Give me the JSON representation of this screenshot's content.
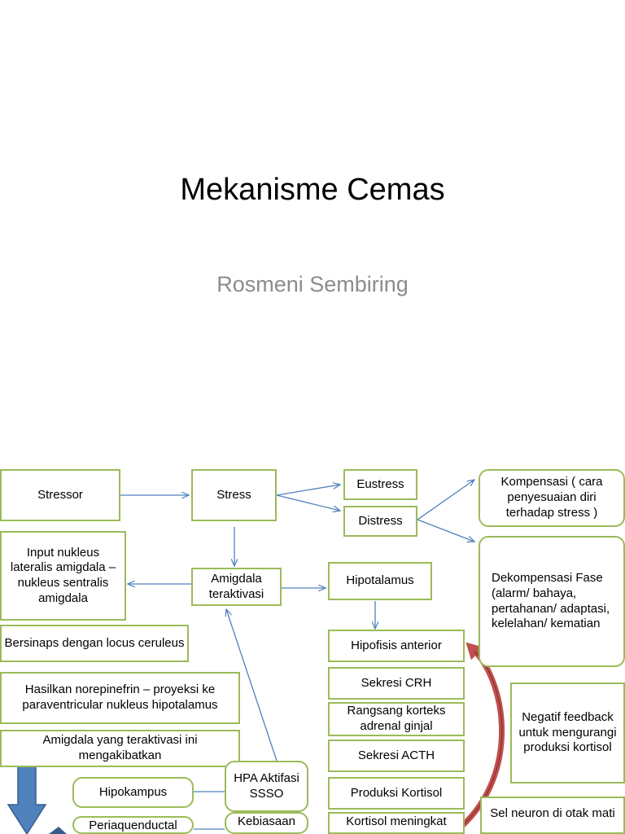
{
  "slide": {
    "title": "Mekanisme Cemas",
    "subtitle": "Rosmeni Sembiring"
  },
  "diagram": {
    "stressor": "Stressor",
    "stress": "Stress",
    "eustress": "Eustress",
    "distress": "Distress",
    "kompensasi": "Kompensasi ( cara penyesuaian diri terhadap stress )",
    "dekompensasi": "Dekompensasi Fase (alarm/ bahaya, pertahanan/ adaptasi, kelelahan/ kematian",
    "input_nukleus": "Input nukleus lateralis amigdala – nukleus sentralis amigdala",
    "amigdala_teraktivasi": "Amigdala teraktivasi",
    "hipotalamus": "Hipotalamus",
    "hipofisis_anterior": "Hipofisis anterior",
    "bersinaps": "Bersinaps dengan locus ceruleus",
    "hasilkan_norepinefrin": "Hasilkan norepinefrin – proyeksi ke paraventricular nukleus hipotalamus",
    "sekresi_crh": "Sekresi CRH",
    "rangsang_korteks": "Rangsang korteks adrenal ginjal",
    "negatif_feedback": "Negatif feedback untuk mengurangi produksi kortisol",
    "amigdala_yang_teraktivasi": "Amigdala yang teraktivasi ini mengakibatkan",
    "sekresi_acth": "Sekresi ACTH",
    "hpa_aktifasi": "HPA Aktifasi SSSO",
    "hipokampus": "Hipokampus",
    "produksi_kortisol": "Produksi Kortisol",
    "sel_neuron": "Sel neuron di otak mati",
    "periaquenductal": "Periaquenductal",
    "kebiasaan": "Kebiasaan",
    "kortisol_meningkat": "Kortisol meningkat"
  },
  "colors": {
    "box_border": "#9bbb59",
    "connector": "#4f81bd",
    "big_arrow": "#4f81bd",
    "feedback_arrow": "#c0504d",
    "subtitle": "#8c8c8c"
  }
}
